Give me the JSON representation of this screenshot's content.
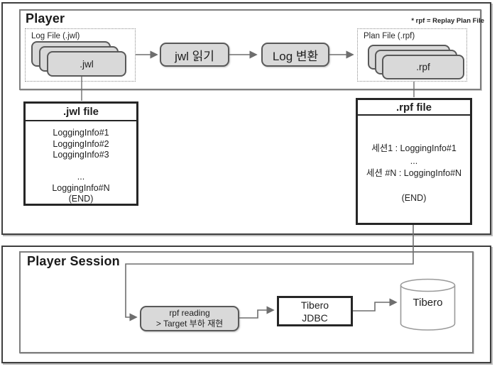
{
  "colors": {
    "card_fill": "#d9d9d9",
    "card_border": "#595959",
    "frame_dark": "#3f3f3f",
    "frame_gray": "#7f7f7f",
    "connector": "#6e6e6e"
  },
  "player": {
    "title": "Player",
    "note": "* rpf = Replay Plan File",
    "log_file_group": {
      "label": "Log File (.jwl)",
      "card_label": ".jwl"
    },
    "steps": [
      {
        "label": "jwl 읽기"
      },
      {
        "label": "Log 변환"
      }
    ],
    "plan_file_group": {
      "label": "Plan File (.rpf)",
      "card_label": ".rpf"
    }
  },
  "jwl_file_box": {
    "title": ".jwl file",
    "lines": [
      "LoggingInfo#1",
      "LoggingInfo#2",
      "LoggingInfo#3",
      "",
      "...",
      "LoggingInfo#N",
      "(END)"
    ]
  },
  "rpf_file_box": {
    "title": ".rpf file",
    "lines": [
      "세션1 : LoggingInfo#1",
      "...",
      "세션 #N : LoggingInfo#N",
      "",
      "(END)"
    ]
  },
  "player_session": {
    "title": "Player Session",
    "rpf_reading_box": {
      "line1": "rpf reading",
      "line2": "> Target 부하 재현"
    },
    "jdbc_box": {
      "line1": "Tibero",
      "line2": "JDBC"
    },
    "database": {
      "label": "Tibero"
    }
  }
}
